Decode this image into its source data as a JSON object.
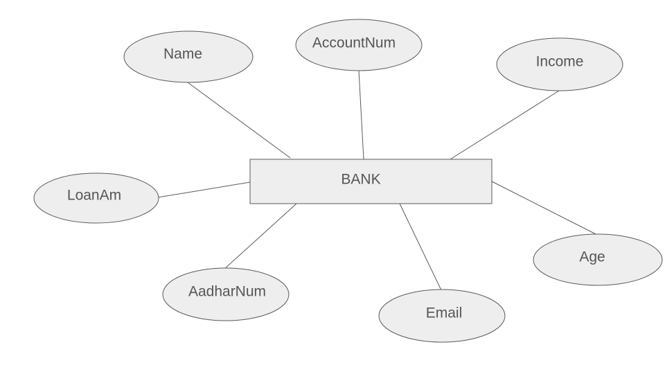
{
  "entity": {
    "name": "BANK"
  },
  "attributes": [
    {
      "id": "name",
      "label": "Name"
    },
    {
      "id": "accountnum",
      "label": "AccountNum"
    },
    {
      "id": "income",
      "label": "Income"
    },
    {
      "id": "loanam",
      "label": "LoanAm"
    },
    {
      "id": "age",
      "label": "Age"
    },
    {
      "id": "aadharnum",
      "label": "AadharNum"
    },
    {
      "id": "email",
      "label": "Email"
    }
  ],
  "colors": {
    "shape_fill": "#eeeeee",
    "shape_stroke": "#595959",
    "text": "#555555"
  }
}
